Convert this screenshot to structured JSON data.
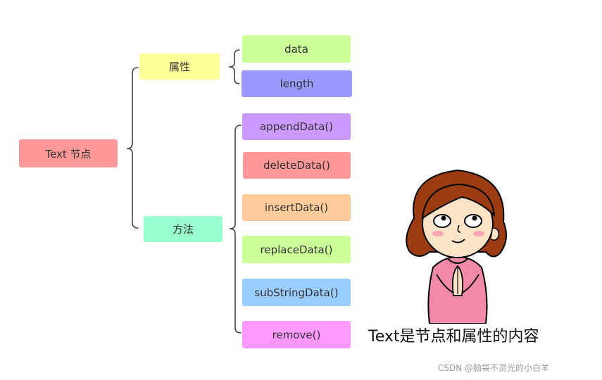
{
  "root": {
    "label": "Text 节点",
    "color": "#ff9999"
  },
  "branches": {
    "properties": {
      "label": "属性",
      "color": "#ffff99"
    },
    "methods": {
      "label": "方法",
      "color": "#99ffcc"
    }
  },
  "property_items": [
    {
      "label": "data",
      "color": "#ccff99"
    },
    {
      "label": "length",
      "color": "#9999ff"
    }
  ],
  "method_items": [
    {
      "label": "appendData()",
      "color": "#cc99ff"
    },
    {
      "label": "deleteData()",
      "color": "#ff9999"
    },
    {
      "label": "insertData()",
      "color": "#ffcc99"
    },
    {
      "label": "replaceData()",
      "color": "#ccff99"
    },
    {
      "label": "subStringData()",
      "color": "#99ccff"
    },
    {
      "label": "remove()",
      "color": "#ff99ff"
    }
  ],
  "illustration": {
    "caption": "Text是节点和属性的内容",
    "icon": "praying-girl-cartoon"
  },
  "watermark": "CSDN @脑袋不灵光的小白羊"
}
